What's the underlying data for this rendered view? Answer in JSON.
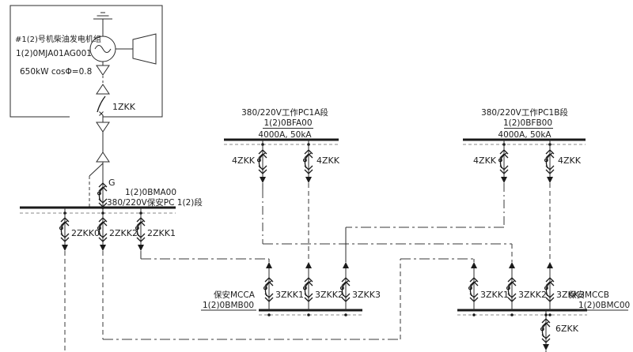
{
  "diagram": {
    "background": "#ffffff",
    "line_color": "#2b2b2b",
    "generator_block": {
      "title": "#1(2)号机柴油发电机组",
      "kks": "1(2)0MJA01AG001",
      "rating": "650kW cosΦ=0.8",
      "breaker": "1ZKK",
      "grounding_switch": "G"
    },
    "emergency_pc": {
      "kks": "1(2)0BMA00",
      "title": "380/220V保安PC 1(2)段",
      "feeders": [
        "2ZKK0",
        "2ZKK2",
        "2ZKK1"
      ]
    },
    "work_pc_a": {
      "title": "380/220V工作PC1A段",
      "kks": "1(2)0BFA00",
      "rating": "4000A, 50kA",
      "feeders": [
        "4ZKK",
        "4ZKK"
      ]
    },
    "work_pc_b": {
      "title": "380/220V工作PC1B段",
      "kks": "1(2)0BFB00",
      "rating": "4000A, 50kA",
      "feeders": [
        "4ZKK",
        "4ZKK"
      ]
    },
    "mcc_a": {
      "title": "保安MCCA",
      "kks": "1(2)0BMB00",
      "feeders": [
        "3ZKK1",
        "3ZKK2",
        "3ZKK3"
      ]
    },
    "mcc_b": {
      "title": "保安MCCB",
      "kks": "1(2)0BMC00",
      "feeders": [
        "3ZKK1",
        "3ZKK2",
        "3ZKK3"
      ],
      "outgoing_feeder": "6ZKK"
    }
  }
}
